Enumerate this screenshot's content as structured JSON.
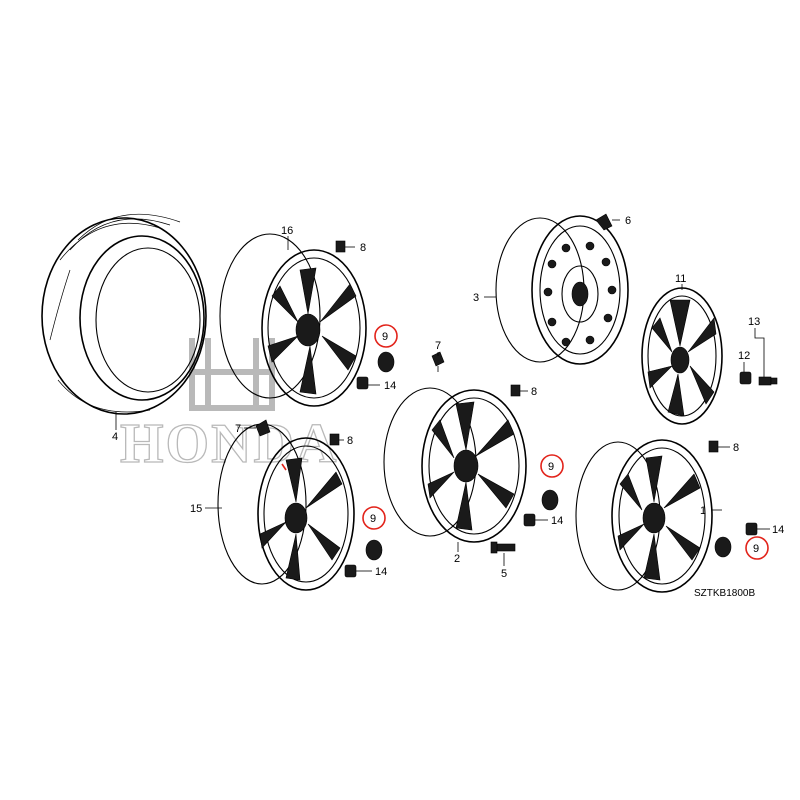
{
  "brand": {
    "name": "HONDA",
    "watermark_color": "#b9b9b9"
  },
  "diagram_code": "SZTKB1800B",
  "highlight_color": "#e2231a",
  "callouts": {
    "c1": "1",
    "c2": "2",
    "c3": "3",
    "c4": "4",
    "c5": "5",
    "c6": "6",
    "c7a": "7",
    "c7b": "7",
    "c8a": "8",
    "c8b": "8",
    "c8c": "8",
    "c8d": "8",
    "c9a": "9",
    "c9b": "9",
    "c9c": "9",
    "c9d": "9",
    "c11": "11",
    "c12": "12",
    "c13": "13",
    "c14a": "14",
    "c14b": "14",
    "c14c": "14",
    "c14d": "14",
    "c15": "15",
    "c16": "16"
  }
}
